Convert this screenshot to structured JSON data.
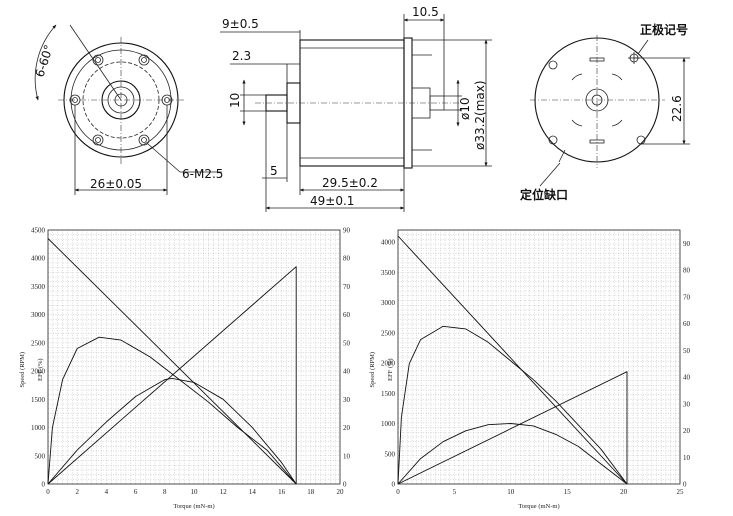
{
  "drawing": {
    "front_view": {
      "angle_label": "6-60°",
      "holes_label": "6-M2.5",
      "bolt_circle_label": "26±0.05"
    },
    "side_view": {
      "dim_top": "9±0.5",
      "dim_step": "2.3",
      "dim_shaft_height": "10",
      "dim_shaft_dia": "ø10",
      "dim_body_dia": "ø33.2(max)",
      "dim_terminal": "10.5",
      "dim_shaft_len": "5",
      "dim_body_len": "29.5±0.2",
      "dim_total_len": "49±0.1"
    },
    "rear_view": {
      "polarity_label": "正极记号",
      "notch_label": "定位缺口",
      "dim_vertical": "22.6"
    }
  },
  "chart_data": [
    {
      "type": "line",
      "xlabel": "Torque (mN-m)",
      "ylabel_left": "Speed (RPM)",
      "ylabel_right": "EFF (%)",
      "x_ticks": [
        "0",
        "2",
        "4",
        "6",
        "8",
        "10",
        "12",
        "14",
        "16",
        "18",
        "20"
      ],
      "y_ticks": [
        "0",
        "500",
        "1000",
        "1500",
        "2000",
        "2500",
        "3000",
        "3500",
        "4000",
        "4500"
      ],
      "y2_ticks": [
        "0",
        "10",
        "20",
        "30",
        "40",
        "50",
        "60",
        "70",
        "80",
        "90"
      ],
      "xlim": [
        0,
        20
      ],
      "ylim": [
        0,
        4500
      ],
      "y2lim": [
        0,
        90
      ],
      "grid": true,
      "series": [
        {
          "axis": "left",
          "x": [
            0,
            17
          ],
          "y": [
            4350,
            0
          ]
        },
        {
          "axis": "right",
          "x": [
            0,
            17,
            17
          ],
          "y": [
            0,
            77,
            0
          ]
        },
        {
          "axis": "left",
          "x": [
            0,
            2,
            4,
            6,
            8,
            8.5,
            10,
            12,
            14,
            16,
            17
          ],
          "y": [
            0,
            600,
            1100,
            1550,
            1850,
            1870,
            1800,
            1500,
            1000,
            380,
            0
          ]
        },
        {
          "axis": "right",
          "x": [
            0,
            0.3,
            1,
            2,
            3.5,
            5,
            7,
            9,
            11,
            13,
            15,
            17
          ],
          "y": [
            0,
            20,
            37,
            48,
            52,
            51,
            45,
            37,
            29,
            20,
            12,
            0
          ]
        }
      ]
    },
    {
      "type": "line",
      "xlabel": "Torque (mN-m)",
      "ylabel_left": "Speed (RPM)",
      "ylabel_right": "EFF (%)",
      "x_ticks": [
        "0",
        "5",
        "10",
        "15",
        "20",
        "25"
      ],
      "y_ticks": [
        "0",
        "500",
        "1000",
        "1500",
        "2000",
        "2500",
        "3000",
        "3500",
        "4000"
      ],
      "y2_ticks": [
        "0",
        "10",
        "20",
        "30",
        "40",
        "50",
        "60",
        "70",
        "80",
        "90"
      ],
      "xlim": [
        0,
        25
      ],
      "ylim": [
        0,
        4200
      ],
      "y2lim": [
        0,
        95
      ],
      "grid": true,
      "series": [
        {
          "axis": "left",
          "x": [
            0,
            20.3
          ],
          "y": [
            4100,
            0
          ]
        },
        {
          "axis": "right",
          "x": [
            0,
            20.3,
            20.3
          ],
          "y": [
            0,
            42,
            0
          ]
        },
        {
          "axis": "left",
          "x": [
            0,
            2,
            4,
            6,
            8,
            10,
            12,
            14,
            16,
            18,
            20.3
          ],
          "y": [
            0,
            420,
            700,
            880,
            980,
            1000,
            960,
            820,
            620,
            330,
            0
          ]
        },
        {
          "axis": "right",
          "x": [
            0,
            0.3,
            1,
            2,
            4,
            6,
            8,
            10,
            12,
            14,
            16,
            18,
            20.3
          ],
          "y": [
            0,
            25,
            45,
            54,
            59,
            58,
            53,
            46,
            39,
            31,
            22,
            13,
            0
          ]
        }
      ]
    }
  ]
}
